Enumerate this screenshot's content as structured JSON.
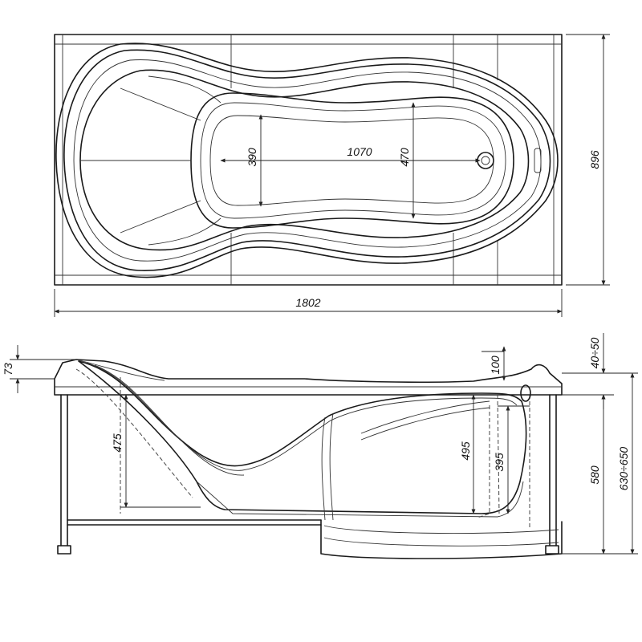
{
  "top_view": {
    "length": "1802",
    "width": "896",
    "inner_length": "1070",
    "inner_width_narrow": "390",
    "inner_width_wide": "470"
  },
  "side_view": {
    "rim_offset_left": "73",
    "rim_height": "40÷50",
    "rim_offset_right": "100",
    "seat_depth": "475",
    "depth": "495",
    "inner_depth": "395",
    "height_to_rim": "580",
    "total_height": "630÷650"
  }
}
